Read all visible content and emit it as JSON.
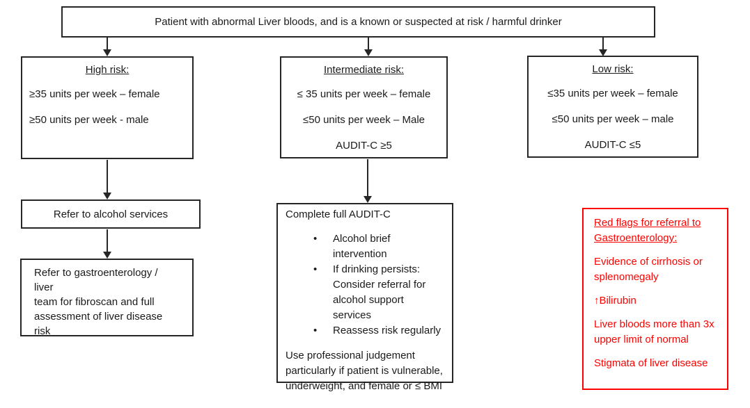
{
  "colors": {
    "line": "#262626",
    "text": "#1a1a1a",
    "red": "#ff0000",
    "background": "#ffffff"
  },
  "flowchart": {
    "top_box": {
      "text": "Patient with abnormal Liver bloods, and is a known or suspected at risk / harmful drinker"
    },
    "high_risk": {
      "title": "High risk:",
      "lines": [
        "≥35 units per week – female",
        "≥50 units per week - male"
      ]
    },
    "intermediate_risk": {
      "title": "Intermediate risk:",
      "lines": [
        "≤ 35 units per week – female",
        "≤50 units per week – Male",
        "AUDIT-C ≥5"
      ]
    },
    "low_risk": {
      "title": "Low risk:",
      "lines": [
        "≤35 units per week – female",
        "≤50 units per week – male",
        "AUDIT-C ≤5"
      ]
    },
    "refer_alcohol": {
      "text": "Refer to alcohol services"
    },
    "refer_gastro": {
      "lines": [
        "Refer to gastroenterology / liver",
        "team for fibroscan and full",
        "assessment of liver disease risk"
      ]
    },
    "audit_box": {
      "title": "Complete full AUDIT-C",
      "bullets": [
        {
          "lines": [
            "Alcohol brief intervention"
          ]
        },
        {
          "lines": [
            "If drinking persists:",
            "Consider referral for",
            "alcohol support services"
          ]
        },
        {
          "lines": [
            "Reassess risk regularly"
          ]
        }
      ],
      "note_lines": [
        "Use professional judgement",
        "particularly if patient is vulnerable,",
        "underweight, and female or ≤ BMI"
      ]
    },
    "red_flags": {
      "title_lines": [
        "Red flags for referral to",
        "Gastroenterology:"
      ],
      "items": [
        {
          "lines": [
            "Evidence of cirrhosis or",
            "splenomegaly"
          ]
        },
        {
          "lines": [
            "↑Bilirubin"
          ]
        },
        {
          "lines": [
            "Liver bloods more than 3x",
            "upper limit of normal"
          ]
        },
        {
          "lines": [
            "Stigmata of liver disease"
          ]
        }
      ]
    }
  }
}
